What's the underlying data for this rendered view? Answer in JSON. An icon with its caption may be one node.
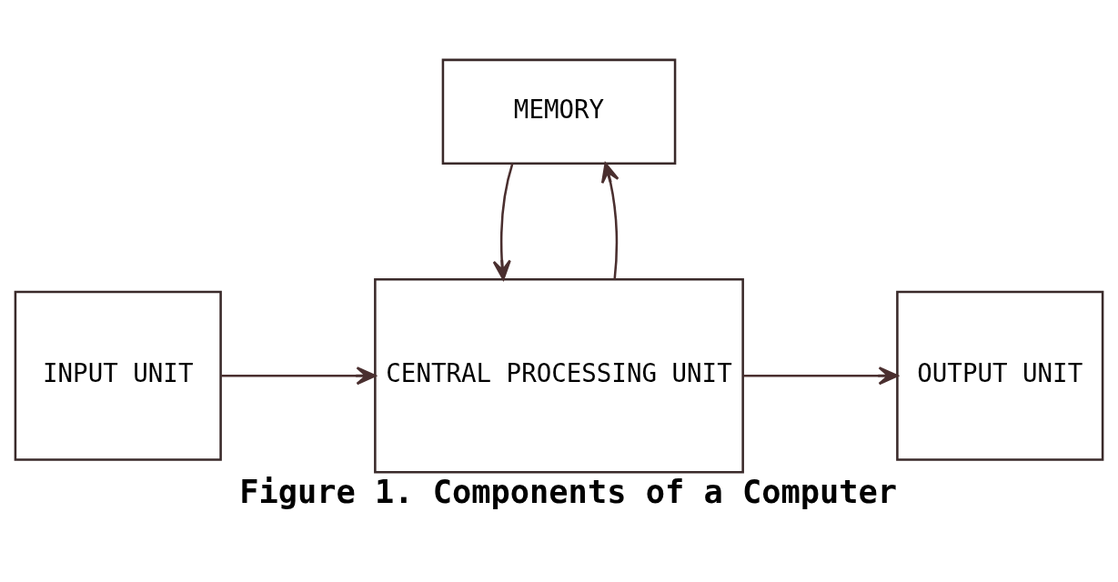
{
  "diagram": {
    "caption": "Figure 1. Components of a Computer",
    "nodes": [
      {
        "text": [
          "MEMORY"
        ]
      },
      {
        "text": [
          "INPUT UNIT"
        ]
      },
      {
        "text": [
          "CENTRAL PROCESSING UNIT"
        ]
      },
      {
        "text": [
          "OUTPUT UNIT"
        ]
      }
    ],
    "edges": [
      {
        "from": 0,
        "to": 2,
        "arrow": "to"
      },
      {
        "from": 2,
        "to": 0,
        "arrow": "to"
      },
      {
        "from": 1,
        "to": 2,
        "arrow": "to"
      },
      {
        "from": 2,
        "to": 3,
        "arrow": "to"
      }
    ]
  }
}
